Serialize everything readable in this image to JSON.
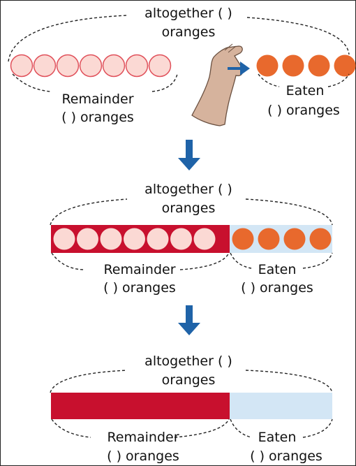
{
  "colors": {
    "remainder_bar": "#c8102e",
    "eaten_bar": "#d3e6f5",
    "remainder_orange_fill": "#fbd9d4",
    "remainder_orange_stroke": "#e0505a",
    "eaten_orange": "#e8692d",
    "arrow": "#1f63a8",
    "hand": "#d6b39d"
  },
  "stage1": {
    "total_label_1": "altogether (   )",
    "total_label_2": "oranges",
    "remainder_label_1": "Remainder",
    "remainder_label_2": "(   ) oranges",
    "eaten_label_1": "Eaten",
    "eaten_label_2": "(   ) oranges",
    "remainder_count": 7,
    "eaten_count": 4
  },
  "stage2": {
    "total_label_1": "altogether (   )",
    "total_label_2": "oranges",
    "remainder_label_1": "Remainder",
    "remainder_label_2": "(   ) oranges",
    "eaten_label_1": "Eaten",
    "eaten_label_2": "(   ) oranges",
    "remainder_count": 7,
    "eaten_count": 4
  },
  "stage3": {
    "total_label_1": "altogether (   )",
    "total_label_2": "oranges",
    "remainder_label_1": "Remainder",
    "remainder_label_2": "(   ) oranges",
    "eaten_label_1": "Eaten",
    "eaten_label_2": "(   ) oranges"
  }
}
